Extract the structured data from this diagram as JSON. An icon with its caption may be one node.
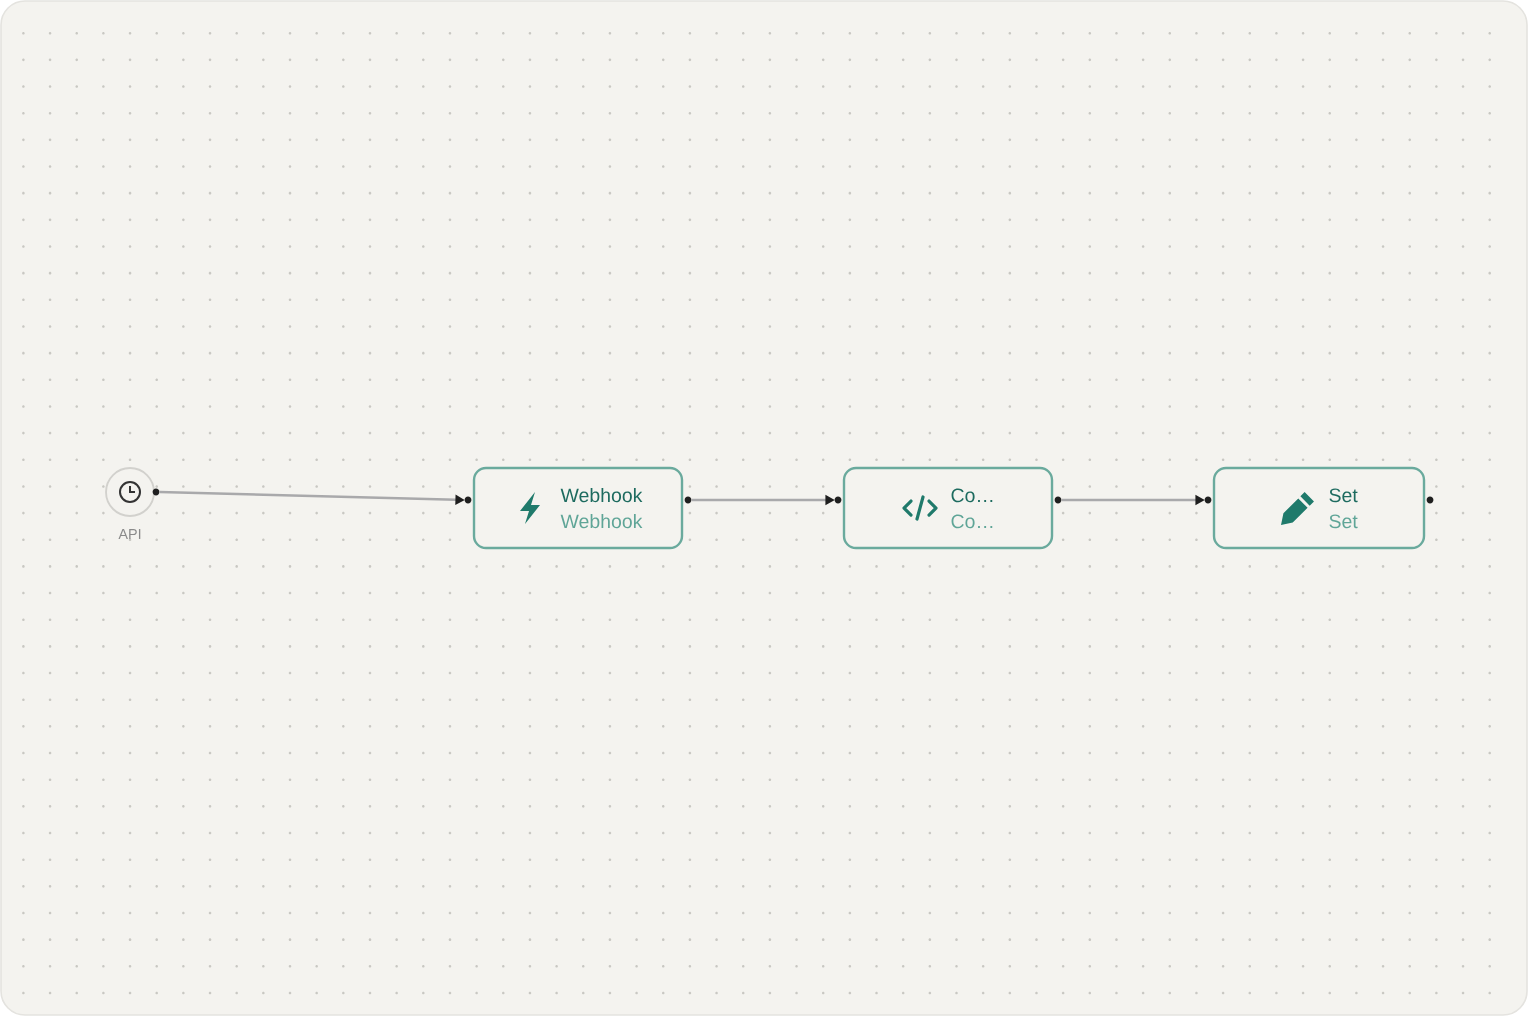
{
  "diagram": {
    "nodes": [
      {
        "text": [
          "API"
        ]
      },
      {
        "text": [
          "Webhook",
          "Webhook"
        ]
      },
      {
        "text": [
          "Co…",
          "Co…"
        ]
      },
      {
        "text": [
          "Set",
          "Set"
        ]
      }
    ],
    "edges": [
      {
        "from": 0,
        "to": 1,
        "arrow": "to"
      },
      {
        "from": 1,
        "to": 2,
        "arrow": "to"
      },
      {
        "from": 2,
        "to": 3,
        "arrow": "to"
      }
    ]
  }
}
